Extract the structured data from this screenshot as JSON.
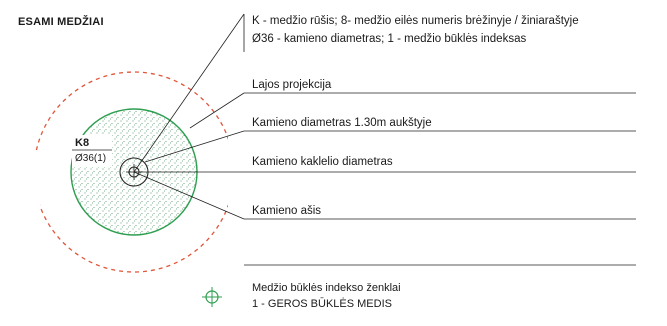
{
  "title": "ESAMI MEDŽIAI",
  "tree_label": "K8",
  "tree_diameter_label": "Ø36(1)",
  "legend": {
    "line1": "K - medžio rūšis; 8- medžio eilės numeris brėžinyje / žiniaraštyje",
    "line2": "Ø36 - kamieno diametras; 1 - medžio būklės indeksas"
  },
  "labels": {
    "crown_projection": "Lajos projekcija",
    "trunk_diameter_130": "Kamieno diametras 1.30m aukštyje",
    "collar_diameter": "Kamieno kaklelio diametras",
    "trunk_axis": "Kamieno ašis"
  },
  "condition": {
    "title": "Medžio būklės indekso ženklai",
    "good": "1 - GEROS BŪKLĖS MEDIS"
  },
  "colors": {
    "crown": "#2e9e4f",
    "outer_dashed": "#e0553a",
    "symbol": "#2e9e4f",
    "line": "#222222"
  }
}
